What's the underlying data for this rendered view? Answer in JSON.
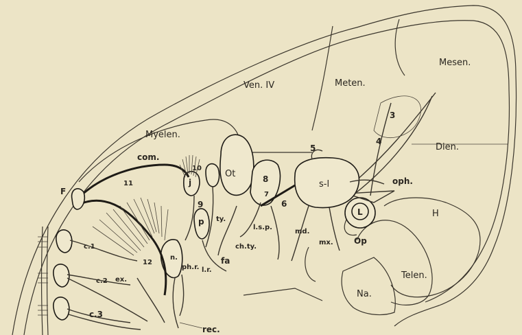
{
  "figure": {
    "labels": {
      "mesen": "Mesen.",
      "meten": "Meten.",
      "ven_iv": "Ven. IV",
      "myelen": "Myelen.",
      "dien": "Dien.",
      "h": "H",
      "telen": "Telen.",
      "na": "Na.",
      "op": "Op",
      "l": "L",
      "oph": "oph.",
      "s_l": "s-l",
      "ot": "Ot",
      "com": "com.",
      "f": "F",
      "c1": "c.1",
      "c2": "c.2",
      "c3": "c.3",
      "ex": "ex.",
      "n": "n.",
      "ph_r": "ph.r.",
      "l_r": "l.r.",
      "fa": "fa",
      "ch_ty": "ch.ty.",
      "ty": "ty.",
      "l_s_p": "l.s.p.",
      "md": "md.",
      "mx": "mx.",
      "rec": "rec.",
      "p": "p",
      "j": "j",
      "n3": "3",
      "n4": "4",
      "n5": "5",
      "n6": "6",
      "n7": "7",
      "n8": "8",
      "n9": "9",
      "n10": "10",
      "n11": "11",
      "n12": "12"
    }
  }
}
